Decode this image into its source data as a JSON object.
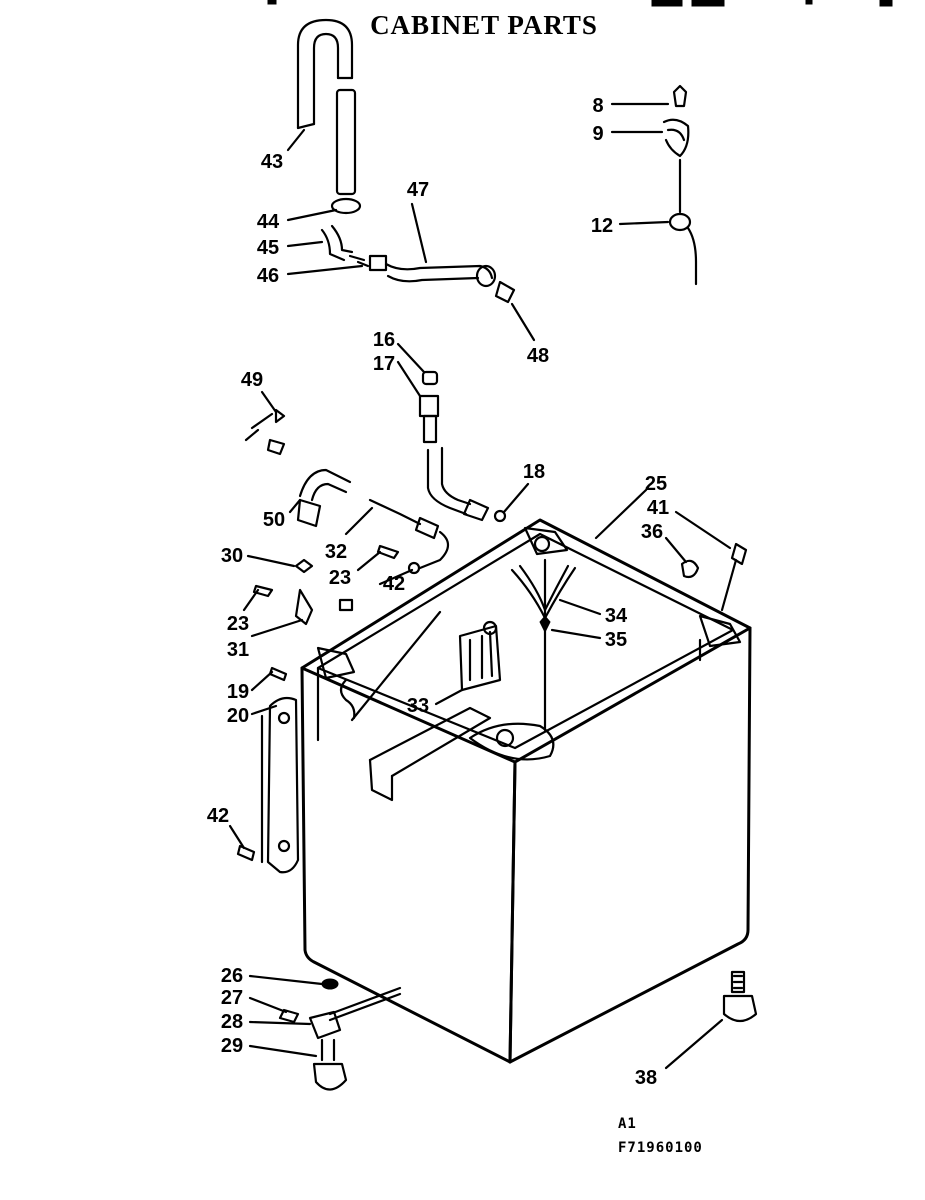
{
  "title": "CABINET PARTS",
  "callouts": {
    "p8": "8",
    "p9": "9",
    "p12": "12",
    "p16": "16",
    "p17": "17",
    "p18": "18",
    "p19": "19",
    "p20": "20",
    "p23a": "23",
    "p23b": "23",
    "p25": "25",
    "p26": "26",
    "p27": "27",
    "p28": "28",
    "p29": "29",
    "p30": "30",
    "p31": "31",
    "p32": "32",
    "p33": "33",
    "p34": "34",
    "p35": "35",
    "p36": "36",
    "p38": "38",
    "p41": "41",
    "p42a": "42",
    "p42b": "42",
    "p43": "43",
    "p44": "44",
    "p45": "45",
    "p46": "46",
    "p47": "47",
    "p48": "48",
    "p49": "49",
    "p50": "50"
  },
  "footer": {
    "line1": "A1",
    "line2": "F71960100"
  }
}
